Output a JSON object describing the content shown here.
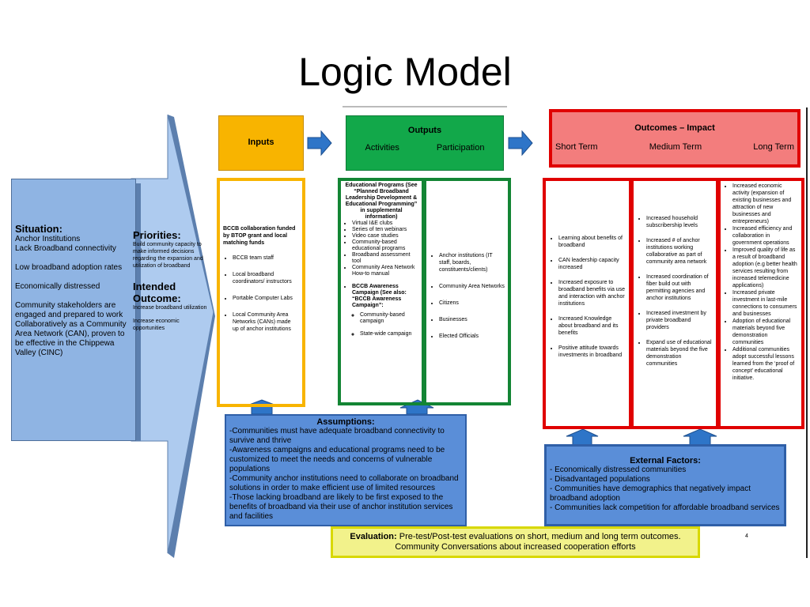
{
  "title": "Logic Model",
  "situation": {
    "heading": "Situation:",
    "lines": [
      "Anchor Institutions\nLack Broadband connectivity",
      "Low broadband adoption rates",
      "Economically distressed",
      "Community stakeholders are engaged and prepared to work Collaboratively as a Community Area Network (CAN), proven to be effective in the Chippewa Valley (CINC)"
    ]
  },
  "priorities": {
    "heading": "Priorities:",
    "text": "Build community capacity to make informed decisions regarding the expansion and utilization of broadband"
  },
  "intended": {
    "heading": "Intended Outcome:",
    "text1": "Increase broadband utilization",
    "text2": "Increase economic opportunities"
  },
  "inputs": {
    "header": "Inputs",
    "lead": "BCCB collaboration funded by BTOP grant and local matching funds",
    "items": [
      "BCCB team staff",
      "Local broadband coordinators/ instructors",
      "Portable Computer Labs",
      "Local Community Area Networks (CANs) made up of anchor institutions"
    ]
  },
  "outputs": {
    "header": "Outputs",
    "activities_label": "Activities",
    "participation_label": "Participation",
    "activities_lead": "Educational Programs (See “Planned Broadband Leadership Development & Educational Programming” in supplemental information)",
    "activities_items": [
      "Virtual I&E clubs",
      "Series of ten webinars",
      "Video case studies",
      "Community-based educational programs",
      "Broadband assessment tool",
      "Community Area Network How-to manual"
    ],
    "campaign_lead": "BCCB Awareness Campaign (See also: “BCCB Awareness Campaign”:",
    "campaign_items": [
      "Community-based campaign",
      "State-wide campaign"
    ],
    "participation_items": [
      "Anchor institutions (IT staff, boards, constituents/clients)",
      "Community Area Networks",
      "Citizens",
      "Businesses",
      "Elected Officials"
    ]
  },
  "outcomes": {
    "header": "Outcomes – Impact",
    "short_label": "Short Term",
    "medium_label": "Medium Term",
    "long_label": "Long Term",
    "short_items": [
      "Learning about benefits of broadband",
      "CAN leadership capacity increased",
      "Increased exposure to broadband benefits via use and interaction with anchor institutions",
      "Increased Knowledge about broadband and its benefits",
      "Positive attitude towards investments in broadband"
    ],
    "medium_items": [
      "Increased household subscribership levels",
      "Increased # of anchor institutions working collaborative as part of community area network",
      "Increased coordination of fiber build out with permitting agencies and anchor institutions",
      "Increased investment by private broadband providers",
      "Expand use of educational materials beyond the five demonstration communities"
    ],
    "long_items": [
      "Increased economic activity (expansion of existing businesses and attraction of new businesses and entrepreneurs)",
      "Increased efficiency and collaboration in government operations",
      "Improved quality of life as a result of broadband adoption (e.g better health services resulting from increased telemedicine applications)",
      "Increased private investment in last-mile connections to consumers and businesses",
      "Adoption of educational materials beyond five demonstration communities",
      "Additional communities adopt successful lessons learned from the ‘proof of concept’ educational initiative."
    ]
  },
  "assumptions": {
    "heading": "Assumptions:",
    "text": "-Communities must have adequate broadband connectivity to survive and thrive\n-Awareness campaigns and educational programs need to be customized to meet the needs and concerns of vulnerable populations\n-Community anchor institutions need to collaborate on broadband solutions in order to make efficient use of limited resources\n-Those lacking broadband are likely to be first exposed to the benefits of broadband via their use of anchor institution services and facilities"
  },
  "external": {
    "heading": "External Factors:",
    "text": "- Economically distressed communities\n- Disadvantaged populations\n- Communities have demographics that negatively impact broadband adoption\n- Communities lack competition for affordable  broadband services"
  },
  "evaluation": {
    "label": "Evaluation:",
    "text": " Pre-test/Post-test evaluations on short, medium and long term outcomes. Community Conversations about increased cooperation efforts"
  },
  "page_number": "4",
  "colors": {
    "inputs": "#f8b400",
    "outputs": "#12a84a",
    "outcomes": "#e00000",
    "assumptions": "#5a8ed8",
    "evaluation": "#f2f28b",
    "arrow": "#2e75c8"
  }
}
